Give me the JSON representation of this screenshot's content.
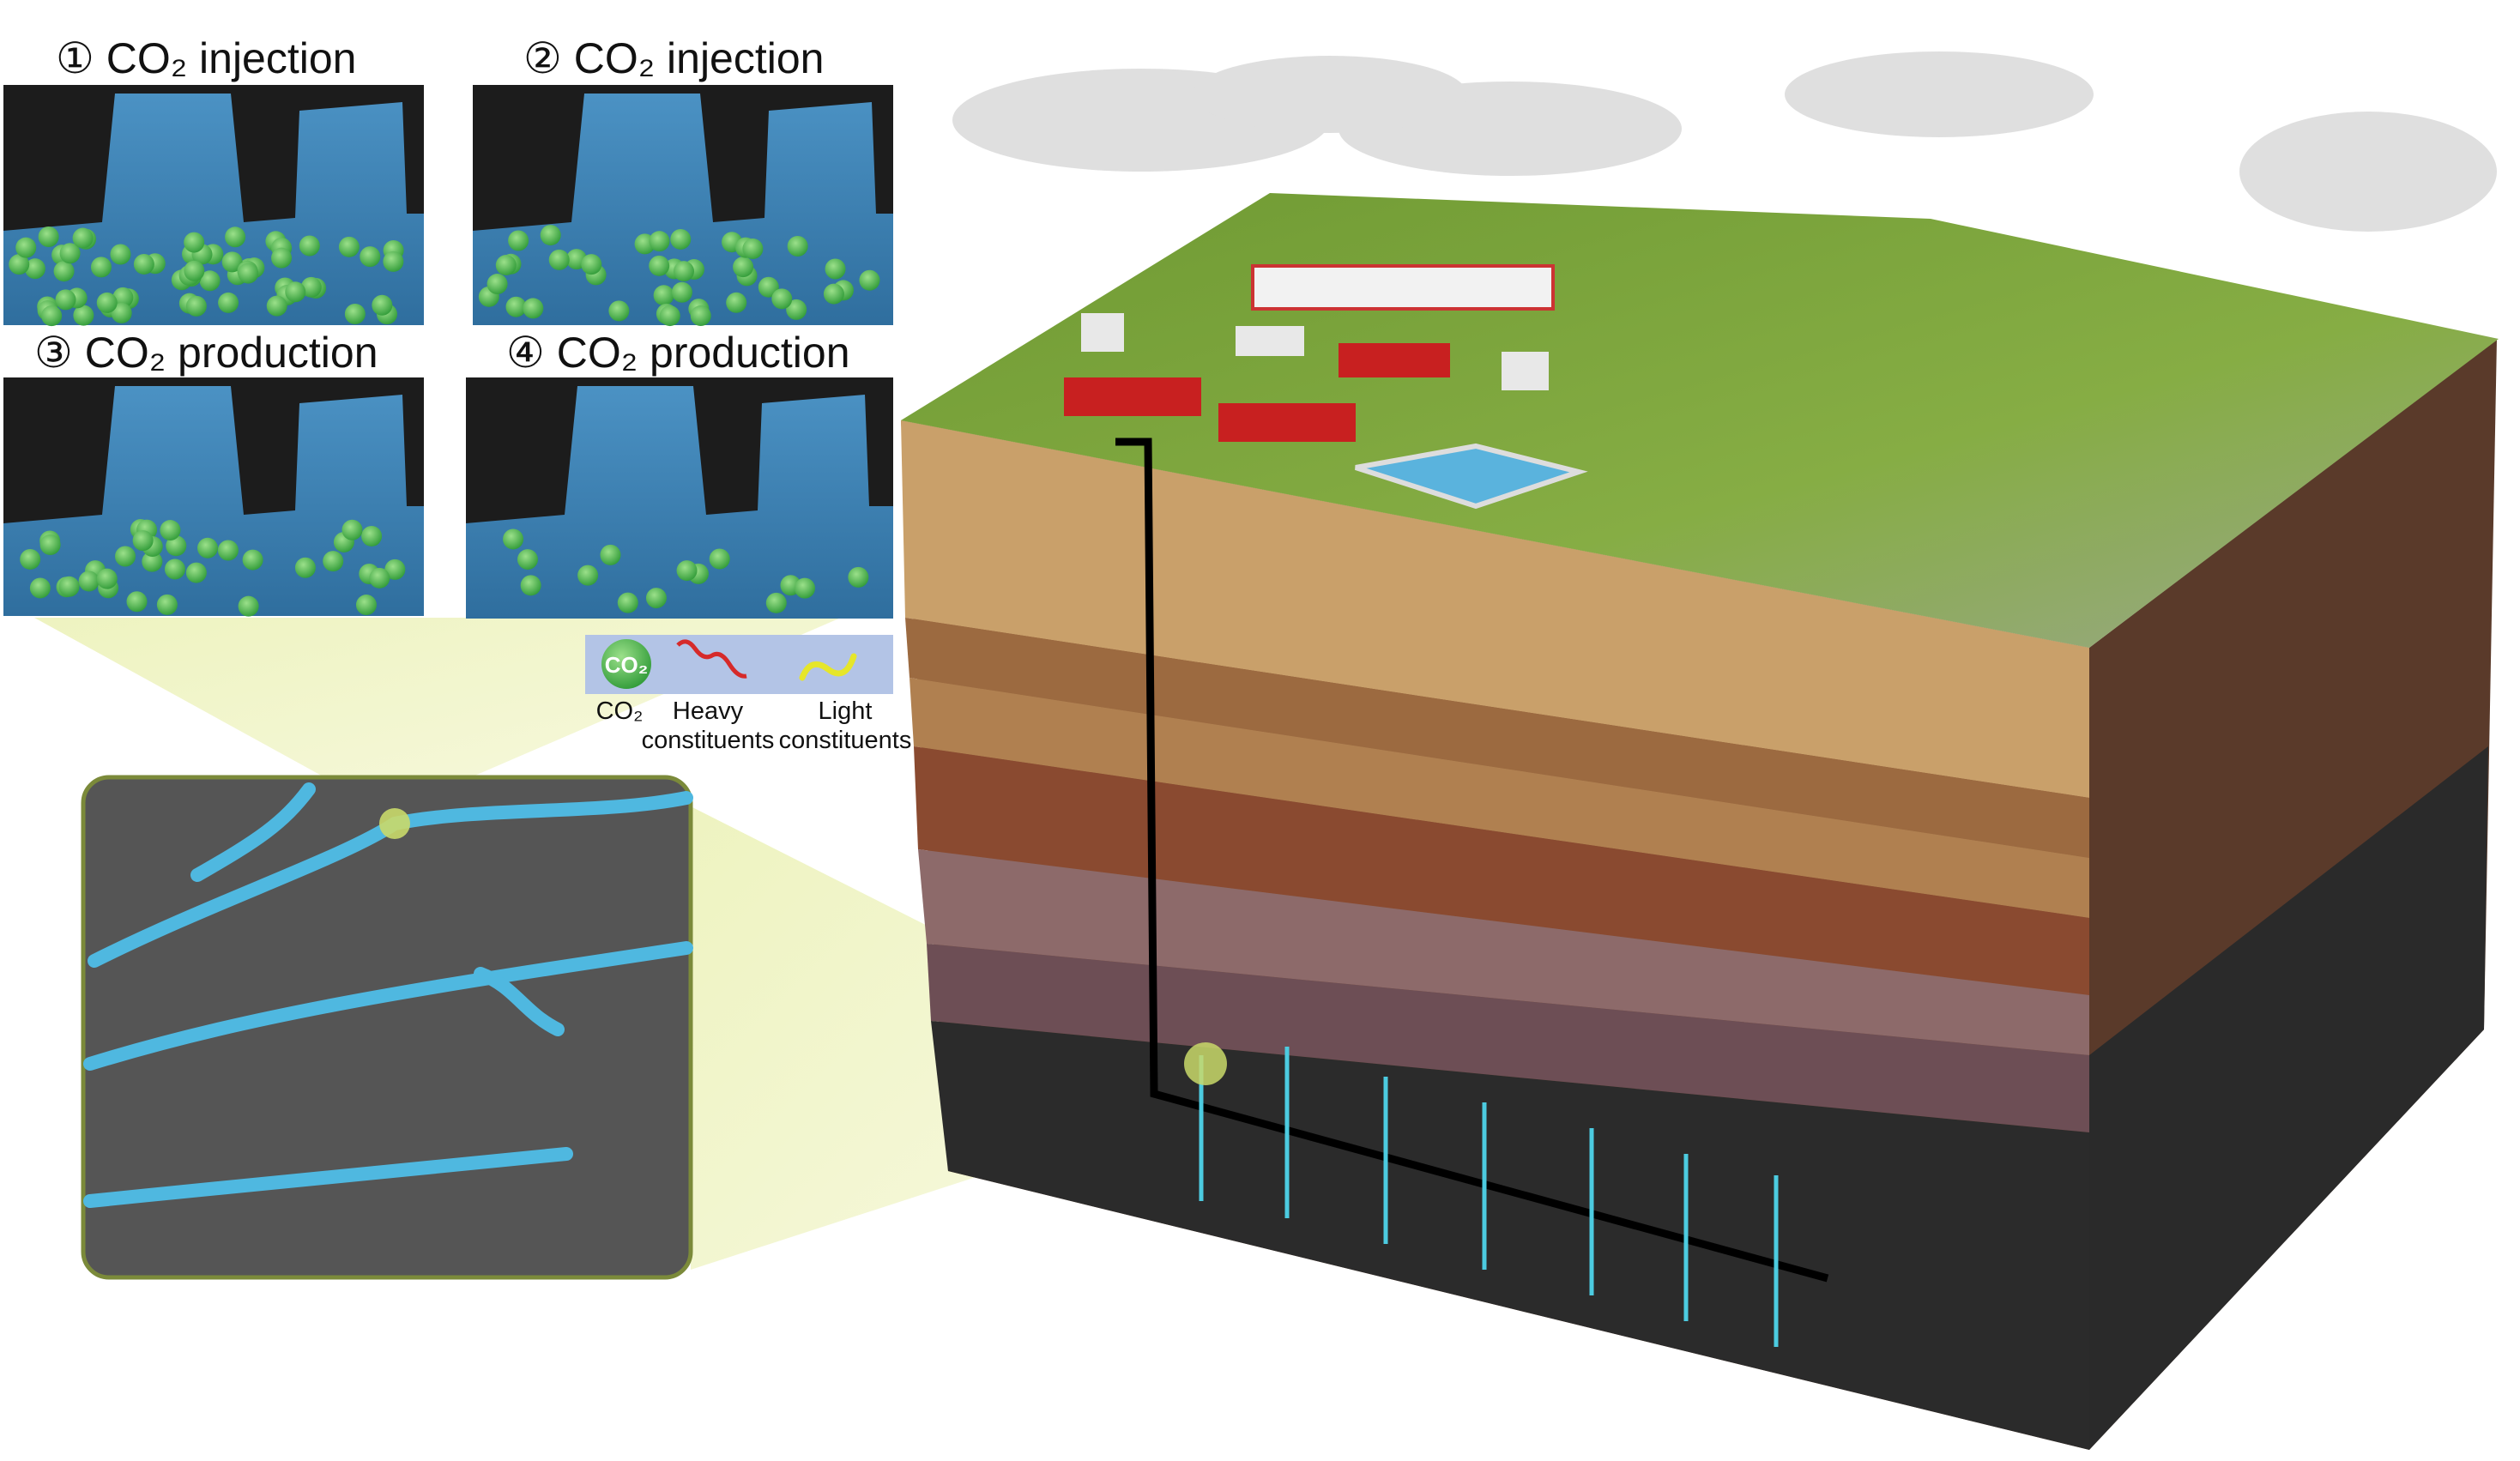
{
  "panels": [
    {
      "number": "①",
      "title": "CO₂ injection"
    },
    {
      "number": "②",
      "title": "CO₂ injection"
    },
    {
      "number": "③",
      "title": "CO₂ production"
    },
    {
      "number": "④",
      "title": "CO₂ production"
    }
  ],
  "legend": {
    "co2_badge": "CO₂",
    "co2": "CO₂",
    "heavy_line1": "Heavy",
    "heavy_line2": "constituents",
    "light_line1": "Light",
    "light_line2": "constituents"
  },
  "colors": {
    "pore_water": "#3f86b8",
    "rock": "#1c1c1c",
    "co2": "#4cb84a",
    "heavy": "#d62a2a",
    "light": "#e6e62a",
    "fracture": "#4fb8e0",
    "grass": "#7aa33a"
  }
}
